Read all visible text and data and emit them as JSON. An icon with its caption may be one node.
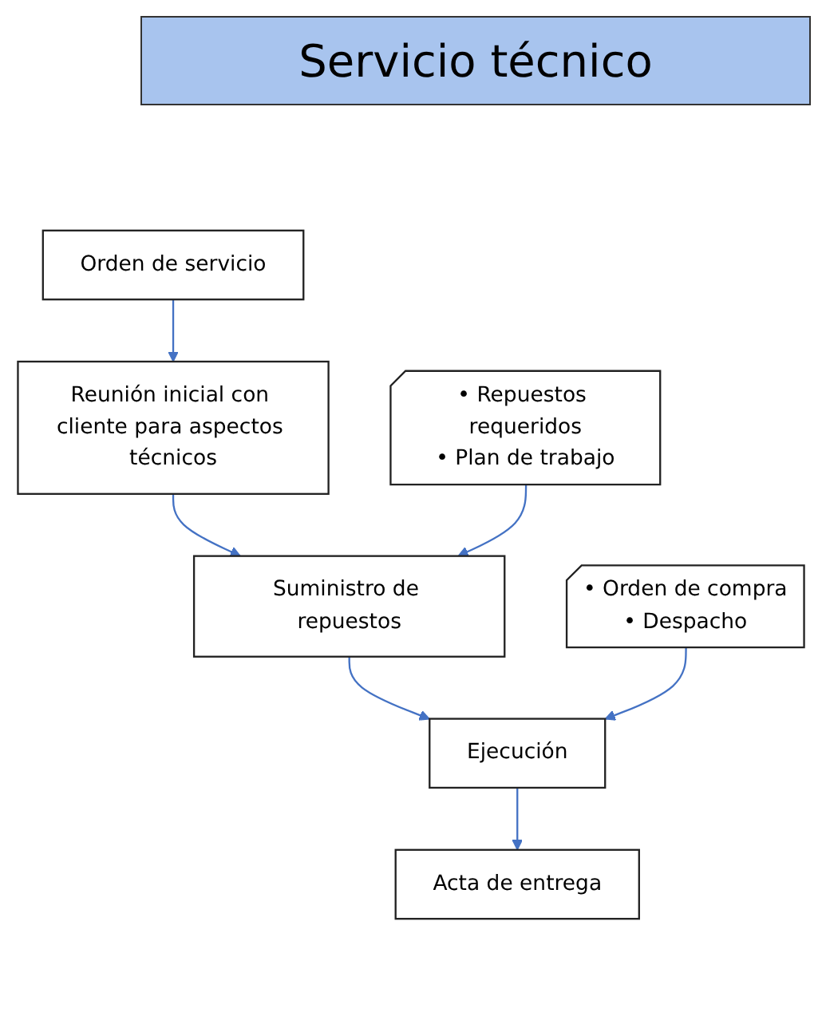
{
  "diagram": {
    "title": "Servicio técnico",
    "nodes": [
      {
        "text": [
          "Orden de servicio"
        ]
      },
      {
        "text": [
          "Reunión inicial con cliente para aspectos técnicos"
        ]
      },
      {
        "text": [
          "• Repuestos requeridos",
          "• Plan de trabajo"
        ]
      },
      {
        "text": [
          "Suministro de repuestos"
        ]
      },
      {
        "text": [
          "• Orden de compra",
          "• Despacho"
        ]
      },
      {
        "text": [
          "Ejecución"
        ]
      },
      {
        "text": [
          "Acta de entrega"
        ]
      }
    ],
    "edges": [
      {
        "from": 0,
        "to": 1,
        "arrow": "to"
      },
      {
        "from": 1,
        "to": 3,
        "arrow": "to"
      },
      {
        "from": 2,
        "to": 3,
        "arrow": "to"
      },
      {
        "from": 3,
        "to": 5,
        "arrow": "to"
      },
      {
        "from": 4,
        "to": 5,
        "arrow": "to"
      },
      {
        "from": 5,
        "to": 6,
        "arrow": "to"
      }
    ]
  }
}
